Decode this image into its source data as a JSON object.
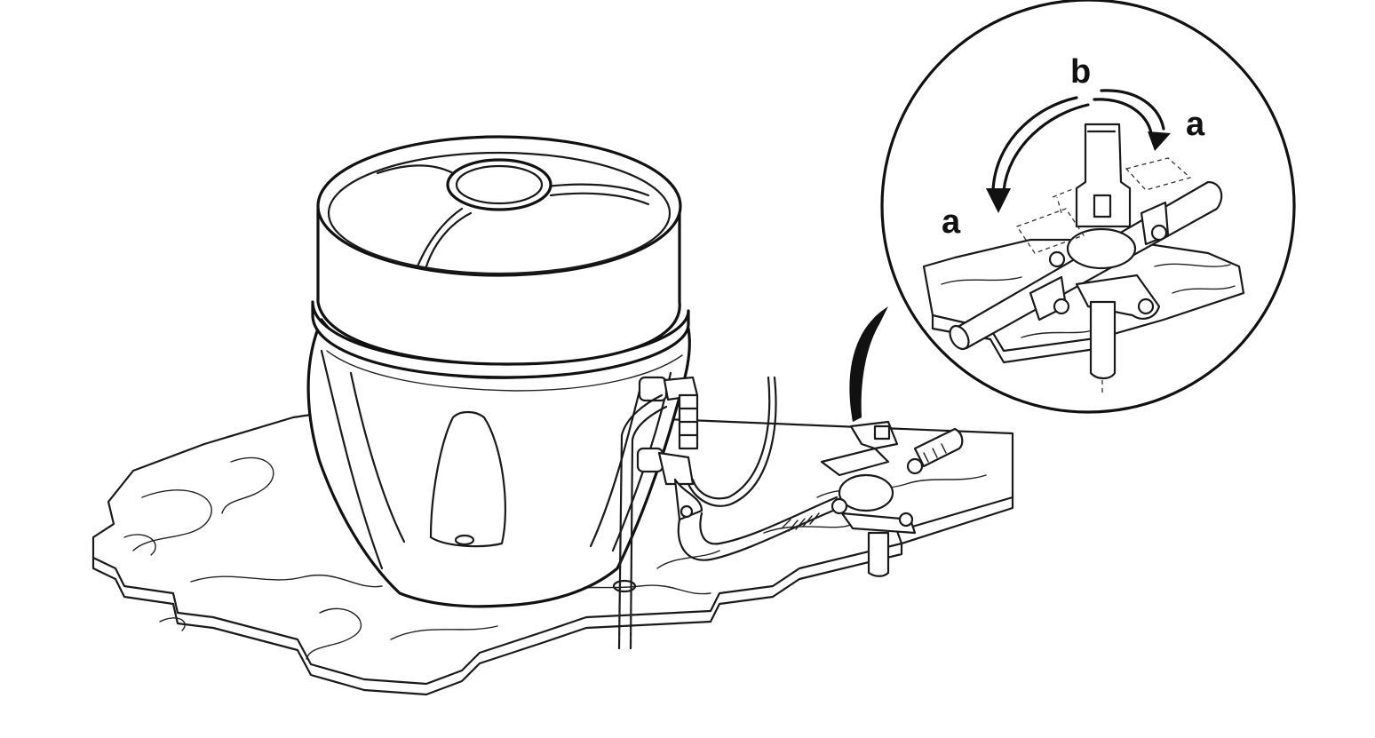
{
  "callout": {
    "label_b": "b",
    "label_a_right": "a",
    "label_a_left": "a"
  },
  "colors": {
    "ink": "#1a1a1a",
    "background": "#ffffff"
  }
}
